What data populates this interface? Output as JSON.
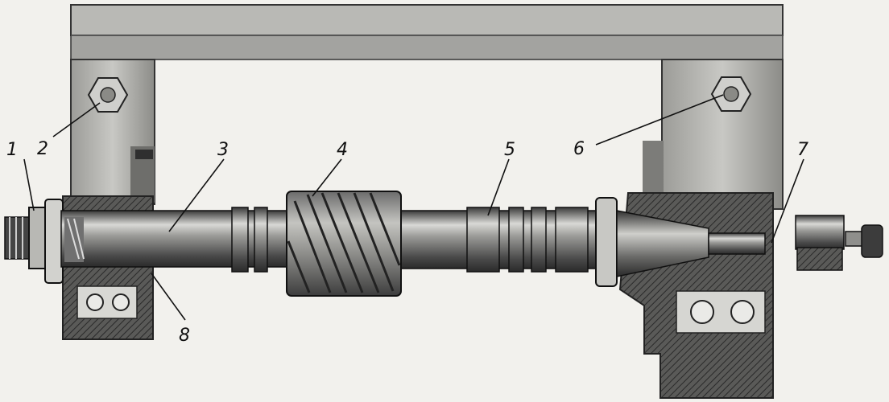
{
  "figure": {
    "callouts": [
      {
        "id": "1",
        "label": "1"
      },
      {
        "id": "2",
        "label": "2"
      },
      {
        "id": "3",
        "label": "3"
      },
      {
        "id": "4",
        "label": "4"
      },
      {
        "id": "5",
        "label": "5"
      },
      {
        "id": "6",
        "label": "6"
      },
      {
        "id": "7",
        "label": "7"
      },
      {
        "id": "8",
        "label": "8"
      }
    ]
  }
}
